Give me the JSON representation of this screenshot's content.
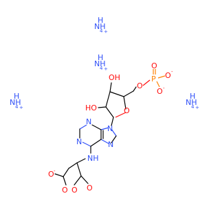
{
  "colors": {
    "carbon": "#000000",
    "nitrogen": "#3050F8",
    "oxygen": "#FF0D0D",
    "phosphorus": "#FF8000",
    "background": "#FFFFFF"
  },
  "ammonium": {
    "symbol": "NH",
    "sub": "4",
    "charge": "+"
  },
  "atoms": {
    "oh_top": "OH",
    "oh_left": "HO",
    "ring_o": "O",
    "ester_o": "O",
    "p": "P",
    "po_top": "O",
    "po_right": "O",
    "po_bottom": "O",
    "charge_minus": "-",
    "n9": "N",
    "n7": "N",
    "n3": "N",
    "n1": "N",
    "nh": "NH",
    "carboxylate_o1": "O",
    "carboxylate_o2": "O",
    "ring_o2": "O",
    "carbonyl_o": "O"
  }
}
